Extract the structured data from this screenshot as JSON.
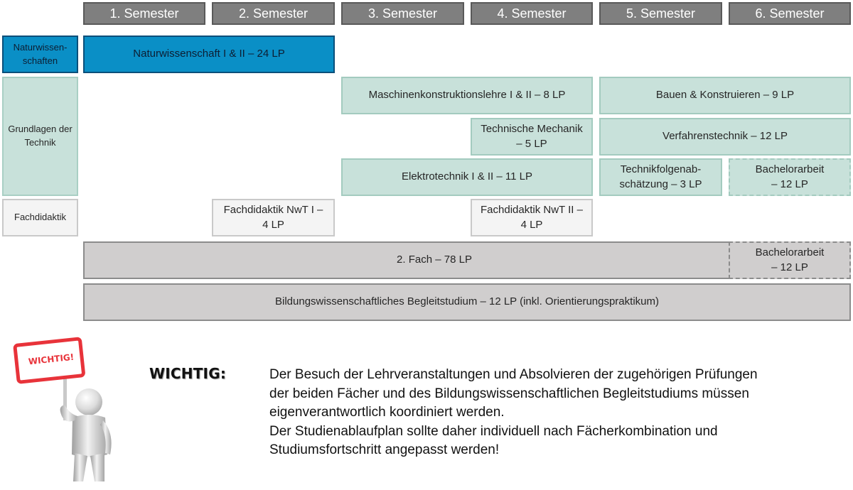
{
  "semesters": [
    "1. Semester",
    "2. Semester",
    "3. Semester",
    "4. Semester",
    "5. Semester",
    "6. Semester"
  ],
  "categories": {
    "natur": [
      "Naturwissen-",
      "schaften"
    ],
    "technik": [
      "Grundlagen der",
      "Technik"
    ],
    "didaktik": [
      "Fachdidaktik"
    ]
  },
  "modules": {
    "naturwissenschaft": "Naturwissenschaft I & II – 24 LP",
    "maschinen": "Maschinenkonstruktionslehre I & II – 8 LP",
    "bauen": "Bauen & Konstruieren – 9 LP",
    "mechanik": [
      "Technische Mechanik",
      "– 5 LP"
    ],
    "verfahren": "Verfahrenstechnik – 12 LP",
    "elektro": "Elektrotechnik I & II – 11 LP",
    "technikfolgen": [
      "Technikfolgenab-",
      "schätzung – 3 LP"
    ],
    "bachelor_technik": [
      "Bachelorarbeit",
      "– 12 LP"
    ],
    "fachdidaktik1": [
      "Fachdidaktik NwT I –",
      "4 LP"
    ],
    "fachdidaktik2": [
      "Fachdidaktik NwT II –",
      "4 LP"
    ],
    "fach2": "2. Fach – 78 LP",
    "bachelor_fach2": [
      "Bachelorarbeit",
      "– 12 LP"
    ],
    "bildung": "Bildungswissenschaftliches Begleitstudium – 12 LP (inkl. Orientierungspraktikum)"
  },
  "notice": {
    "sign_label": "WICHTIG!",
    "title": "WICHTIG:",
    "lines": [
      "Der Besuch der Lehrveranstaltungen und Absolvieren der zugehörigen  Prüfungen",
      "der beiden Fächer und des Bildungswissenschaftlichen Begleitstudiums müssen",
      "eigenverantwortlich koordiniert werden.",
      "Der Studienablaufplan sollte daher individuell nach Fächerkombination und",
      "Studiumsfortschritt angepasst werden!"
    ]
  },
  "colors": {
    "header_grey": "#7f7f7f",
    "natur_blue": "#0a8fc6",
    "technik_green": "#c8e1da",
    "didaktik_white": "#f4f4f4",
    "fach_grey": "#d0cece",
    "sign_red": "#e8333a"
  },
  "icons": {
    "figure": "person-holding-sign-icon"
  }
}
